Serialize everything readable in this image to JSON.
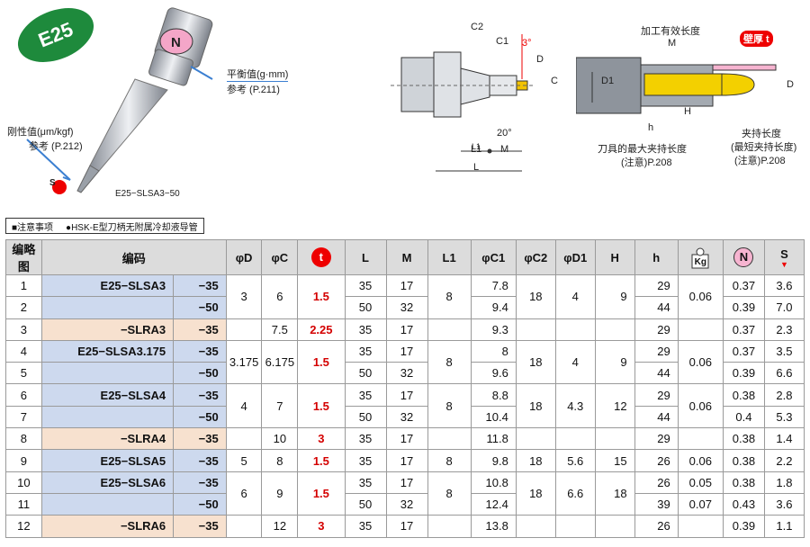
{
  "badge": "E25",
  "balance_note": {
    "line1": "平衡值(g·mm)",
    "line2": "参考 (P.211)"
  },
  "rigidity_note": {
    "line1": "刚性值(μm/kgf)",
    "line2": "参考 (P.212)"
  },
  "model_caption": "E25−SLSA3−50",
  "diagram_labels": {
    "c2": "C2",
    "c1": "C1",
    "deg3": "3°",
    "d": "D",
    "c": "C",
    "deg20": "20°",
    "l1": "L1",
    "m": "M",
    "l": "L",
    "effective_length": "加工有效长度",
    "m2": "M",
    "thick": "壁厚 t",
    "d1": "D1",
    "d2": "D",
    "h": "H",
    "hh": "h",
    "clamp_len": "夹持长度",
    "clamp_min": "(最短夹持长度)",
    "note208b": "(注意)P.208",
    "max_clamp": "刀具的最大夹持长度",
    "note208a": "(注意)P.208"
  },
  "notes": {
    "title": "■注意事项",
    "item": "●HSK-E型刀柄无附属冷却液导管"
  },
  "table": {
    "headers": [
      "编略图",
      "编码",
      "",
      "φD",
      "φC",
      "t",
      "L",
      "M",
      "L1",
      "φC1",
      "φC2",
      "φD1",
      "H",
      "h",
      "Kg",
      "N",
      "S"
    ],
    "rows": [
      {
        "no": "1",
        "code": "E25−SLSA3",
        "suf": "−35",
        "D": "3",
        "C": "6",
        "t": "1.5",
        "L": "35",
        "M": "17",
        "L1": "8",
        "C1": "7.8",
        "C2": "18",
        "D1": "4",
        "H": "9",
        "h": "29",
        "kg": "0.06",
        "n": "0.37",
        "s": "3.6"
      },
      {
        "no": "2",
        "code": "",
        "suf": "−50",
        "D": "",
        "C": "",
        "t": "",
        "L": "50",
        "M": "32",
        "L1": "",
        "C1": "9.4",
        "C2": "",
        "D1": "",
        "H": "",
        "h": "44",
        "kg": "",
        "n": "0.39",
        "s": "7.0"
      },
      {
        "no": "3",
        "code": "−SLRA3",
        "suf": "−35",
        "D": "",
        "C": "7.5",
        "t": "2.25",
        "L": "35",
        "M": "17",
        "L1": "",
        "C1": "9.3",
        "C2": "",
        "D1": "",
        "H": "",
        "h": "29",
        "kg": "",
        "n": "0.37",
        "s": "2.3"
      },
      {
        "no": "4",
        "code": "E25−SLSA3.175",
        "suf": "−35",
        "D": "3.175",
        "C": "6.175",
        "t": "1.5",
        "L": "35",
        "M": "17",
        "L1": "8",
        "C1": "8",
        "C2": "18",
        "D1": "4",
        "H": "9",
        "h": "29",
        "kg": "0.06",
        "n": "0.37",
        "s": "3.5"
      },
      {
        "no": "5",
        "code": "",
        "suf": "−50",
        "D": "",
        "C": "",
        "t": "",
        "L": "50",
        "M": "32",
        "L1": "",
        "C1": "9.6",
        "C2": "",
        "D1": "",
        "H": "",
        "h": "44",
        "kg": "",
        "n": "0.39",
        "s": "6.6"
      },
      {
        "no": "6",
        "code": "E25−SLSA4",
        "suf": "−35",
        "D": "4",
        "C": "7",
        "t": "1.5",
        "L": "35",
        "M": "17",
        "L1": "8",
        "C1": "8.8",
        "C2": "18",
        "D1": "4.3",
        "H": "12",
        "h": "29",
        "kg": "0.06",
        "n": "0.38",
        "s": "2.8"
      },
      {
        "no": "7",
        "code": "",
        "suf": "−50",
        "D": "",
        "C": "",
        "t": "",
        "L": "50",
        "M": "32",
        "L1": "",
        "C1": "10.4",
        "C2": "",
        "D1": "",
        "H": "",
        "h": "44",
        "kg": "",
        "n": "0.4",
        "s": "5.3"
      },
      {
        "no": "8",
        "code": "−SLRA4",
        "suf": "−35",
        "D": "",
        "C": "10",
        "t": "3",
        "L": "35",
        "M": "17",
        "L1": "",
        "C1": "11.8",
        "C2": "",
        "D1": "",
        "H": "",
        "h": "29",
        "kg": "",
        "n": "0.38",
        "s": "1.4"
      },
      {
        "no": "9",
        "code": "E25−SLSA5",
        "suf": "−35",
        "D": "5",
        "C": "8",
        "t": "1.5",
        "L": "35",
        "M": "17",
        "L1": "8",
        "C1": "9.8",
        "C2": "18",
        "D1": "5.6",
        "H": "15",
        "h": "26",
        "kg": "0.06",
        "n": "0.38",
        "s": "2.2"
      },
      {
        "no": "10",
        "code": "E25−SLSA6",
        "suf": "−35",
        "D": "6",
        "C": "9",
        "t": "1.5",
        "L": "35",
        "M": "17",
        "L1": "8",
        "C1": "10.8",
        "C2": "18",
        "D1": "6.6",
        "H": "18",
        "h": "26",
        "kg": "0.05",
        "n": "0.38",
        "s": "1.8"
      },
      {
        "no": "11",
        "code": "",
        "suf": "−50",
        "D": "",
        "C": "",
        "t": "",
        "L": "50",
        "M": "32",
        "L1": "",
        "C1": "12.4",
        "C2": "",
        "D1": "",
        "H": "",
        "h": "39",
        "kg": "0.07",
        "n": "0.43",
        "s": "3.6"
      },
      {
        "no": "12",
        "code": "−SLRA6",
        "suf": "−35",
        "D": "",
        "C": "12",
        "t": "3",
        "L": "35",
        "M": "17",
        "L1": "",
        "C1": "13.8",
        "C2": "",
        "D1": "",
        "H": "",
        "h": "26",
        "kg": "",
        "n": "0.39",
        "s": "1.1"
      }
    ]
  }
}
